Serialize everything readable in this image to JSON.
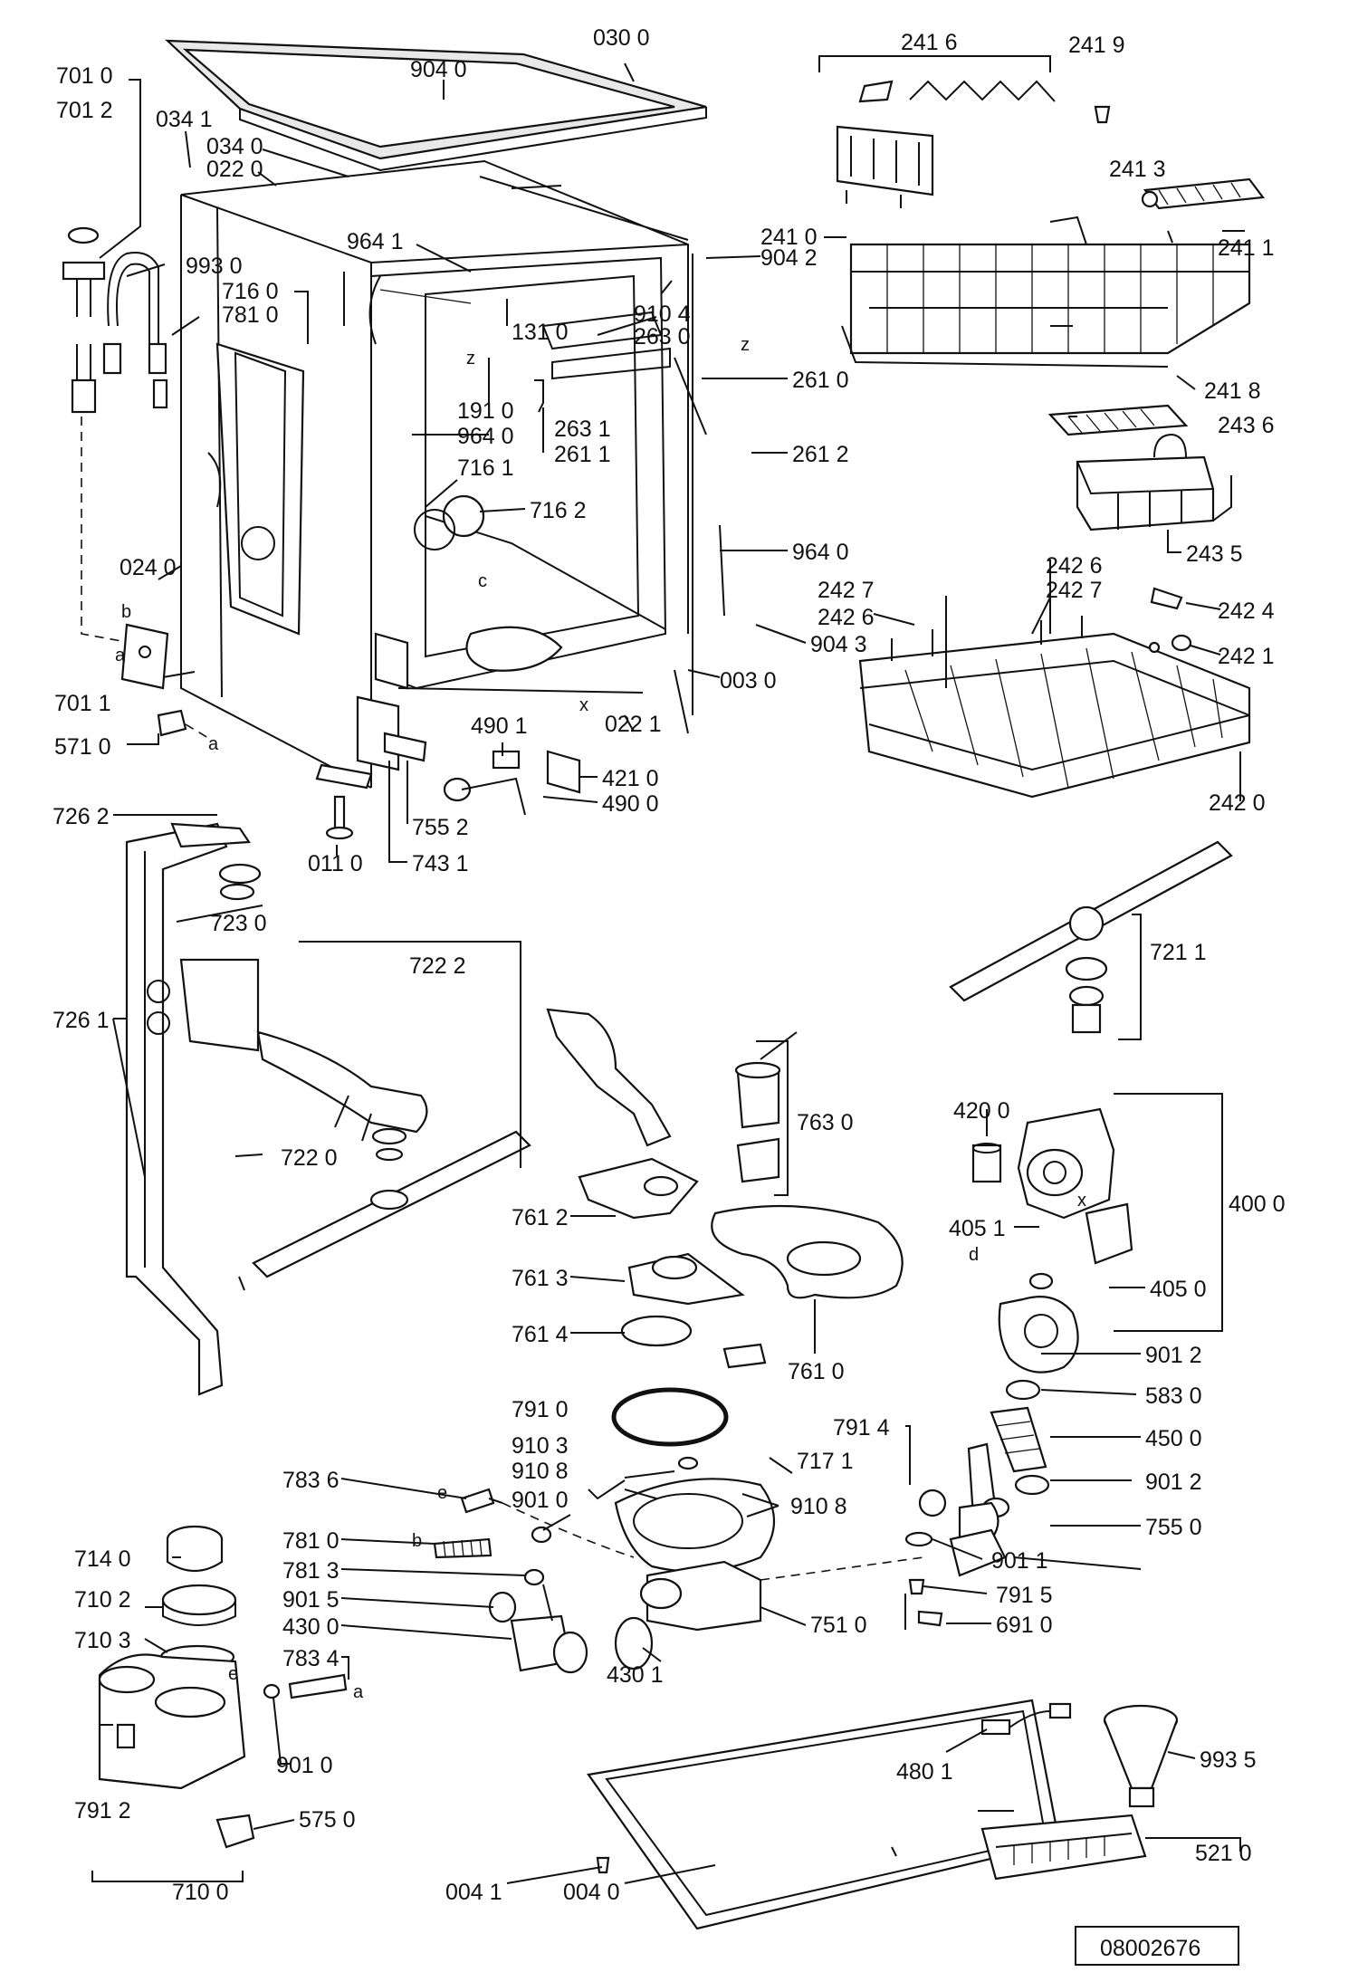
{
  "labels": [
    {
      "id": "lbl-030-0",
      "text": "030 0"
    },
    {
      "id": "lbl-904-0",
      "text": "904 0"
    },
    {
      "id": "lbl-701-0",
      "text": "701 0"
    },
    {
      "id": "lbl-701-2",
      "text": "701 2"
    },
    {
      "id": "lbl-034-1",
      "text": "034 1"
    },
    {
      "id": "lbl-034-0",
      "text": "034 0"
    },
    {
      "id": "lbl-022-0",
      "text": "022 0"
    },
    {
      "id": "lbl-964-1",
      "text": "964 1"
    },
    {
      "id": "lbl-993-0",
      "text": "993 0"
    },
    {
      "id": "lbl-716-0",
      "text": "716 0"
    },
    {
      "id": "lbl-781-0-top",
      "text": "781 0"
    },
    {
      "id": "lbl-131-0",
      "text": "131 0"
    },
    {
      "id": "lbl-910-4",
      "text": "910 4"
    },
    {
      "id": "lbl-263-0",
      "text": "263 0"
    },
    {
      "id": "lbl-904-2",
      "text": "904 2"
    },
    {
      "id": "lbl-261-0",
      "text": "261 0"
    },
    {
      "id": "lbl-191-0",
      "text": "191 0"
    },
    {
      "id": "lbl-964-0-a",
      "text": "964 0"
    },
    {
      "id": "lbl-263-1",
      "text": "263 1"
    },
    {
      "id": "lbl-261-1",
      "text": "261 1"
    },
    {
      "id": "lbl-261-2",
      "text": "261 2"
    },
    {
      "id": "lbl-716-1",
      "text": "716 1"
    },
    {
      "id": "lbl-716-2",
      "text": "716 2"
    },
    {
      "id": "lbl-964-0-b",
      "text": "964 0"
    },
    {
      "id": "lbl-024-0",
      "text": "024 0"
    },
    {
      "id": "lbl-904-3",
      "text": "904 3"
    },
    {
      "id": "lbl-003-0",
      "text": "003 0"
    },
    {
      "id": "lbl-701-1",
      "text": "701 1"
    },
    {
      "id": "lbl-571-0",
      "text": "571 0"
    },
    {
      "id": "lbl-490-1",
      "text": "490 1"
    },
    {
      "id": "lbl-022-1",
      "text": "022 1"
    },
    {
      "id": "lbl-421-0",
      "text": "421 0"
    },
    {
      "id": "lbl-490-0",
      "text": "490 0"
    },
    {
      "id": "lbl-755-2",
      "text": "755 2"
    },
    {
      "id": "lbl-743-1",
      "text": "743 1"
    },
    {
      "id": "lbl-011-0",
      "text": "011 0"
    },
    {
      "id": "lbl-241-6",
      "text": "241 6"
    },
    {
      "id": "lbl-241-9",
      "text": "241 9"
    },
    {
      "id": "lbl-241-3",
      "text": "241 3"
    },
    {
      "id": "lbl-241-0",
      "text": "241 0"
    },
    {
      "id": "lbl-241-1",
      "text": "241 1"
    },
    {
      "id": "lbl-241-8",
      "text": "241 8"
    },
    {
      "id": "lbl-243-6",
      "text": "243 6"
    },
    {
      "id": "lbl-243-5",
      "text": "243 5"
    },
    {
      "id": "lbl-242-6-a",
      "text": "242 6"
    },
    {
      "id": "lbl-242-7-a",
      "text": "242 7"
    },
    {
      "id": "lbl-242-7-b",
      "text": "242 7"
    },
    {
      "id": "lbl-242-6-b",
      "text": "242 6"
    },
    {
      "id": "lbl-242-4",
      "text": "242 4"
    },
    {
      "id": "lbl-242-1",
      "text": "242 1"
    },
    {
      "id": "lbl-242-0",
      "text": "242 0"
    },
    {
      "id": "lbl-726-2",
      "text": "726 2"
    },
    {
      "id": "lbl-723-0",
      "text": "723 0"
    },
    {
      "id": "lbl-722-2",
      "text": "722 2"
    },
    {
      "id": "lbl-726-1",
      "text": "726 1"
    },
    {
      "id": "lbl-722-0",
      "text": "722 0"
    },
    {
      "id": "lbl-721-1",
      "text": "721 1"
    },
    {
      "id": "lbl-763-0",
      "text": "763 0"
    },
    {
      "id": "lbl-761-2",
      "text": "761 2"
    },
    {
      "id": "lbl-761-3",
      "text": "761 3"
    },
    {
      "id": "lbl-761-4",
      "text": "761 4"
    },
    {
      "id": "lbl-761-0",
      "text": "761 0"
    },
    {
      "id": "lbl-420-0",
      "text": "420 0"
    },
    {
      "id": "lbl-400-0",
      "text": "400 0"
    },
    {
      "id": "lbl-405-1",
      "text": "405 1"
    },
    {
      "id": "lbl-405-0",
      "text": "405 0"
    },
    {
      "id": "lbl-901-2-a",
      "text": "901 2"
    },
    {
      "id": "lbl-583-0",
      "text": "583 0"
    },
    {
      "id": "lbl-450-0",
      "text": "450 0"
    },
    {
      "id": "lbl-901-2-b",
      "text": "901 2"
    },
    {
      "id": "lbl-755-0",
      "text": "755 0"
    },
    {
      "id": "lbl-901-1",
      "text": "901 1"
    },
    {
      "id": "lbl-791-5",
      "text": "791 5"
    },
    {
      "id": "lbl-691-0",
      "text": "691 0"
    },
    {
      "id": "lbl-791-0",
      "text": "791 0"
    },
    {
      "id": "lbl-791-4",
      "text": "791 4"
    },
    {
      "id": "lbl-910-3",
      "text": "910 3"
    },
    {
      "id": "lbl-717-1",
      "text": "717 1"
    },
    {
      "id": "lbl-910-8-a",
      "text": "910 8"
    },
    {
      "id": "lbl-910-8-b",
      "text": "910 8"
    },
    {
      "id": "lbl-783-6",
      "text": "783 6"
    },
    {
      "id": "lbl-901-0-a",
      "text": "901 0"
    },
    {
      "id": "lbl-781-0-b",
      "text": "781 0"
    },
    {
      "id": "lbl-781-3",
      "text": "781 3"
    },
    {
      "id": "lbl-901-5",
      "text": "901 5"
    },
    {
      "id": "lbl-430-0",
      "text": "430 0"
    },
    {
      "id": "lbl-783-4",
      "text": "783 4"
    },
    {
      "id": "lbl-901-0-b",
      "text": "901 0"
    },
    {
      "id": "lbl-430-1",
      "text": "430 1"
    },
    {
      "id": "lbl-751-0",
      "text": "751 0"
    },
    {
      "id": "lbl-714-0",
      "text": "714 0"
    },
    {
      "id": "lbl-710-2",
      "text": "710 2"
    },
    {
      "id": "lbl-710-3",
      "text": "710 3"
    },
    {
      "id": "lbl-791-2",
      "text": "791 2"
    },
    {
      "id": "lbl-575-0",
      "text": "575 0"
    },
    {
      "id": "lbl-710-0",
      "text": "710 0"
    },
    {
      "id": "lbl-480-1",
      "text": "480 1"
    },
    {
      "id": "lbl-993-5",
      "text": "993 5"
    },
    {
      "id": "lbl-004-1",
      "text": "004 1"
    },
    {
      "id": "lbl-004-0",
      "text": "004 0"
    },
    {
      "id": "lbl-521-0",
      "text": "521 0"
    }
  ],
  "letters": [
    {
      "id": "ltr-z-1",
      "text": "z"
    },
    {
      "id": "ltr-z-2",
      "text": "z"
    },
    {
      "id": "ltr-c",
      "text": "c"
    },
    {
      "id": "ltr-b-1",
      "text": "b"
    },
    {
      "id": "ltr-a-1",
      "text": "a"
    },
    {
      "id": "ltr-a-2",
      "text": "a"
    },
    {
      "id": "ltr-x-1",
      "text": "x"
    },
    {
      "id": "ltr-x-2",
      "text": "x"
    },
    {
      "id": "ltr-d",
      "text": "d"
    },
    {
      "id": "ltr-e-1",
      "text": "e"
    },
    {
      "id": "ltr-b-2",
      "text": "b"
    },
    {
      "id": "ltr-e-2",
      "text": "e"
    },
    {
      "id": "ltr-a-3",
      "text": "a"
    }
  ],
  "drawing_number": "08002676"
}
